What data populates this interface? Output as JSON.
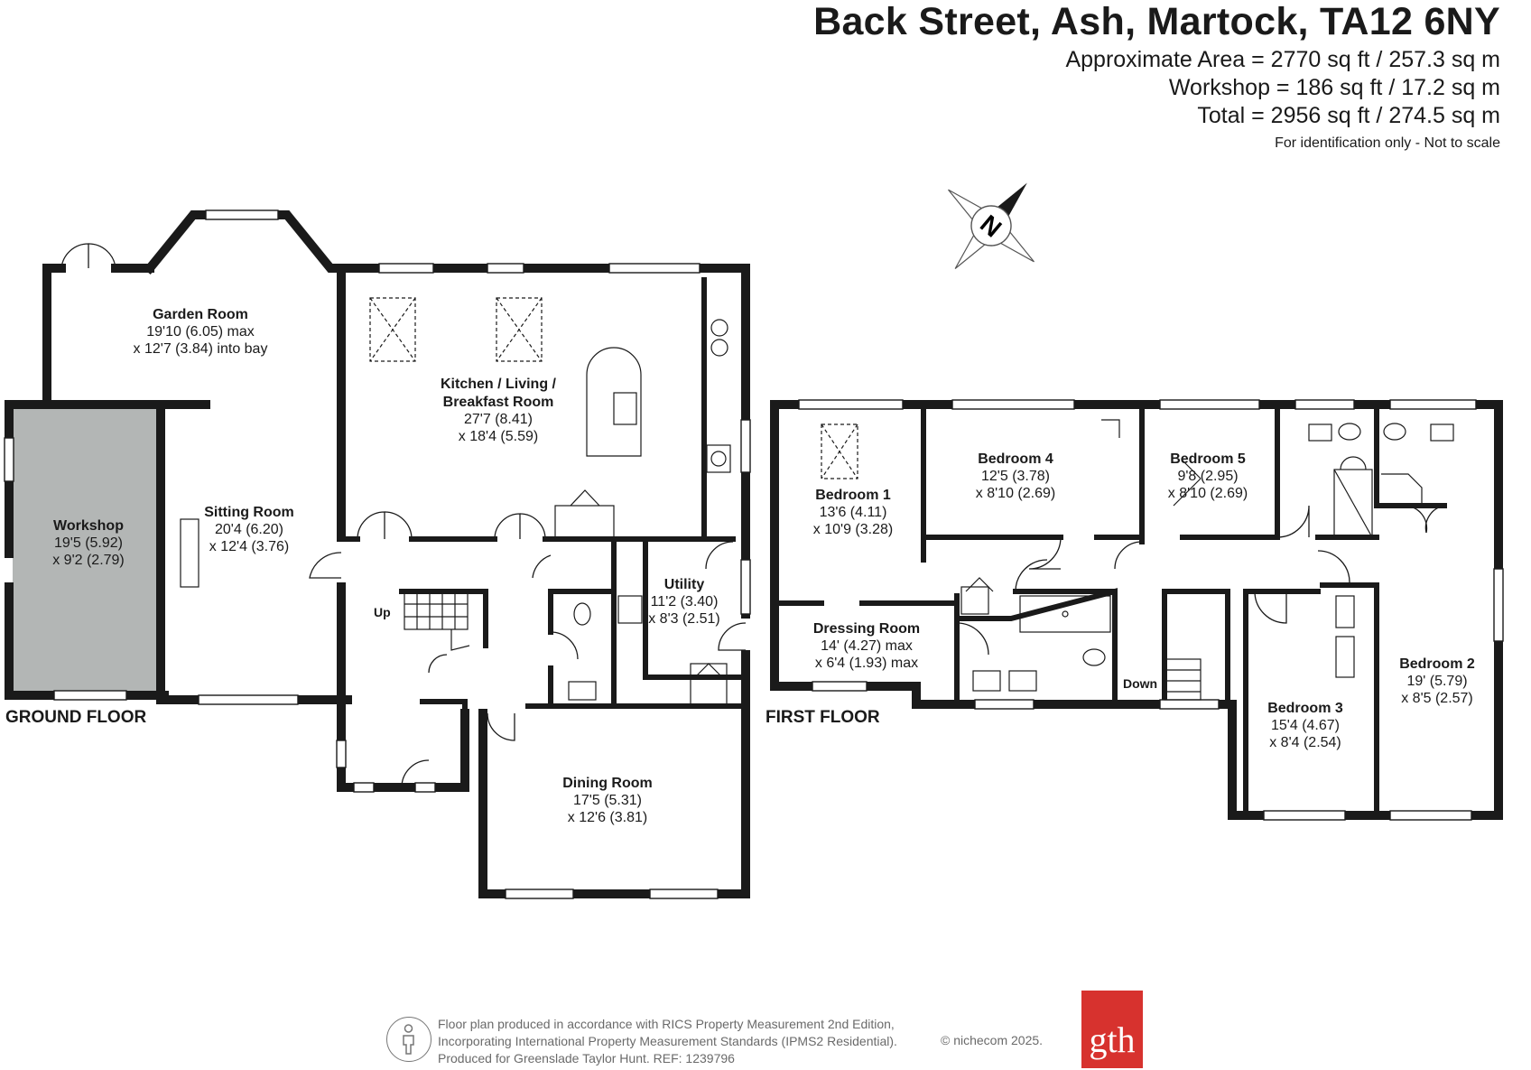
{
  "header": {
    "address": "Back Street, Ash, Martock, TA12 6NY",
    "area_lines": [
      "Approximate Area = 2770 sq ft / 257.3 sq m",
      "Workshop = 186 sq ft / 17.2 sq m",
      "Total = 2956 sq ft / 274.5 sq m"
    ],
    "note": "For identification only - Not to scale"
  },
  "compass": {
    "label": "N"
  },
  "floors": {
    "ground": "GROUND FLOOR",
    "first": "FIRST FLOOR"
  },
  "stairs": {
    "up": "Up",
    "down": "Down"
  },
  "rooms": {
    "garden": [
      "Garden Room",
      "19'10 (6.05) max",
      "x 12'7 (3.84) into bay"
    ],
    "kitchen": [
      "Kitchen / Living /",
      "Breakfast Room",
      "27'7 (8.41)",
      "x 18'4 (5.59)"
    ],
    "workshop": [
      "Workshop",
      "19'5 (5.92)",
      "x 9'2 (2.79)"
    ],
    "sitting": [
      "Sitting Room",
      "20'4 (6.20)",
      "x 12'4 (3.76)"
    ],
    "utility": [
      "Utility",
      "11'2 (3.40)",
      "x 8'3 (2.51)"
    ],
    "dining": [
      "Dining Room",
      "17'5 (5.31)",
      "x 12'6 (3.81)"
    ],
    "bed1": [
      "Bedroom 1",
      "13'6 (4.11)",
      "x 10'9 (3.28)"
    ],
    "bed4": [
      "Bedroom 4",
      "12'5 (3.78)",
      "x 8'10 (2.69)"
    ],
    "bed5": [
      "Bedroom 5",
      "9'8 (2.95)",
      "x 8'10 (2.69)"
    ],
    "dressing": [
      "Dressing Room",
      "14' (4.27) max",
      "x 6'4 (1.93) max"
    ],
    "bed3": [
      "Bedroom 3",
      "15'4 (4.67)",
      "x 8'4 (2.54)"
    ],
    "bed2": [
      "Bedroom 2",
      "19' (5.79)",
      "x 8'5 (2.57)"
    ]
  },
  "footer": {
    "lines": [
      "Floor plan produced in accordance with RICS Property Measurement 2nd Edition,",
      "Incorporating International Property Measurement Standards (IPMS2 Residential).",
      "Produced for Greenslade Taylor Hunt.   REF: 1239796"
    ],
    "copyright": "© nichecom 2025.",
    "logo": "gth"
  },
  "colors": {
    "wall": "#1a1a1a",
    "workshop_fill": "#b3b6b5",
    "logo_red": "#d7322e"
  }
}
